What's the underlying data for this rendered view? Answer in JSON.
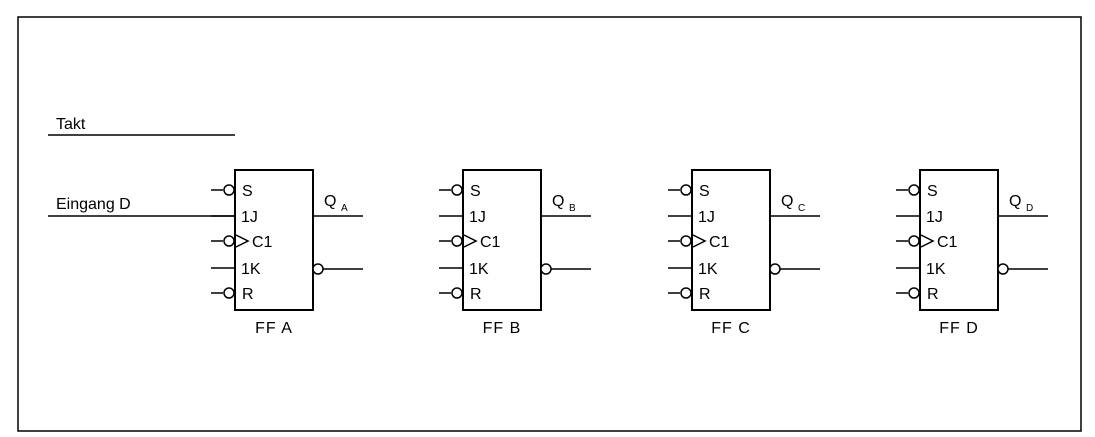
{
  "inputs": {
    "clock_label": "Takt",
    "data_label": "Eingang D"
  },
  "flipflops": [
    {
      "name": "FF A",
      "pins": {
        "set": "S",
        "j": "1J",
        "clock": "C1",
        "k": "1K",
        "reset": "R"
      },
      "output": {
        "main": "Q",
        "sub": "A"
      }
    },
    {
      "name": "FF B",
      "pins": {
        "set": "S",
        "j": "1J",
        "clock": "C1",
        "k": "1K",
        "reset": "R"
      },
      "output": {
        "main": "Q",
        "sub": "B"
      }
    },
    {
      "name": "FF C",
      "pins": {
        "set": "S",
        "j": "1J",
        "clock": "C1",
        "k": "1K",
        "reset": "R"
      },
      "output": {
        "main": "Q",
        "sub": "C"
      }
    },
    {
      "name": "FF D",
      "pins": {
        "set": "S",
        "j": "1J",
        "clock": "C1",
        "k": "1K",
        "reset": "R"
      },
      "output": {
        "main": "Q",
        "sub": "D"
      }
    }
  ]
}
